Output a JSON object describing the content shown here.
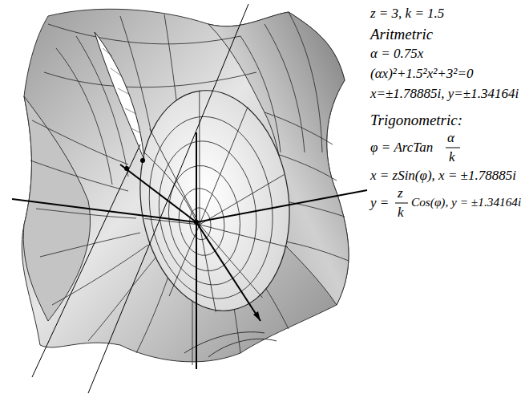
{
  "diagram": {
    "labels": [
      "z = 3, k = 1.5",
      "Aritmetric",
      "α = 0.75x",
      "(αx)²+1.5²x²+3²=0",
      "x=±1.78885i, y=±1.34164i",
      "Trigonometric:",
      "φ = ArcTan",
      "α",
      "k",
      "x = zSin(φ), x = ±1.78885i",
      "y =",
      "z",
      "k",
      "Cos(φ), y = ±1.34164i"
    ]
  }
}
